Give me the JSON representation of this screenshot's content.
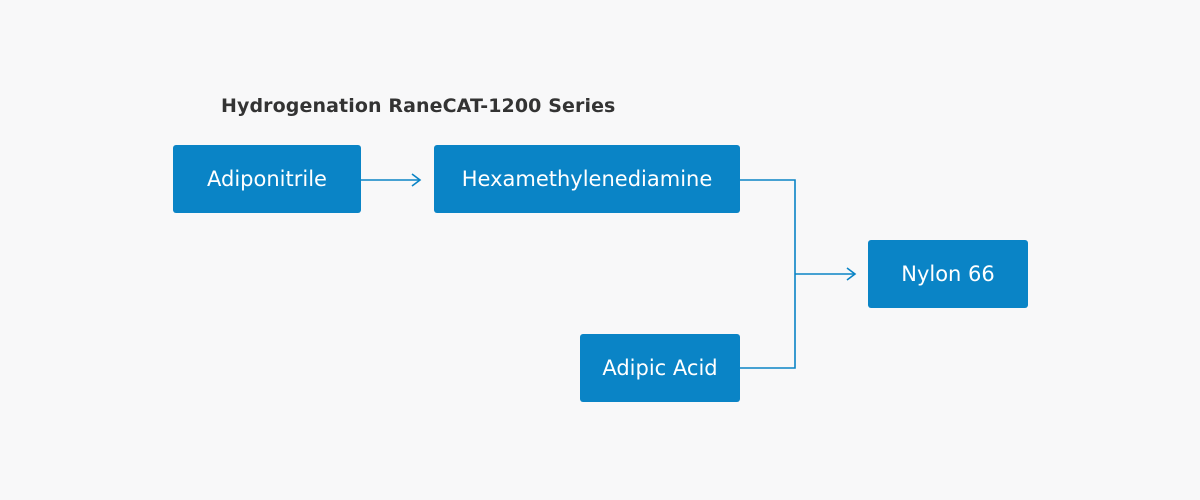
{
  "diagram": {
    "title": "Hydrogenation RaneCAT-1200 Series",
    "nodes": {
      "adiponitrile": "Adiponitrile",
      "hexamethylenediamine": "Hexamethylenediamine",
      "adipic_acid": "Adipic Acid",
      "nylon_66": "Nylon 66"
    },
    "colors": {
      "node_fill": "#0a84c6",
      "node_text": "#ffffff",
      "connector": "#0a84c6",
      "title_text": "#333333",
      "background": "#f8f8f9"
    }
  }
}
